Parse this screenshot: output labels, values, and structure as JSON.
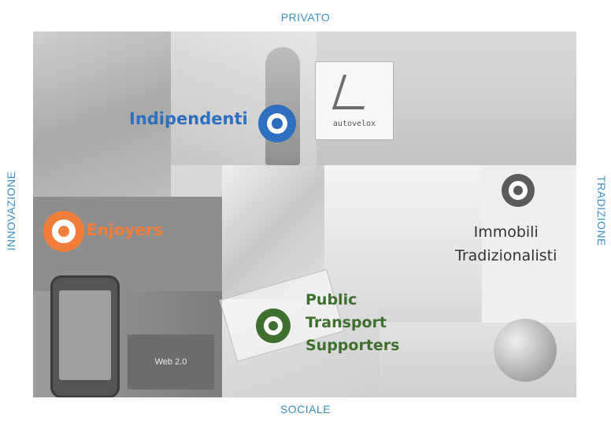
{
  "axes": {
    "top": "PRIVATO",
    "bottom": "SOCIALE",
    "left": "INNOVAZIONE",
    "right": "TRADIZIONE"
  },
  "collage": {
    "sign_text": "autovelox",
    "web_text": "Web 2.0"
  },
  "clusters": [
    {
      "lines": [
        "Indipendenti"
      ],
      "color": "#2f6fbf",
      "icon": "target-icon"
    },
    {
      "lines": [
        "Enjoyers"
      ],
      "color": "#f07e3a",
      "icon": "target-icon"
    },
    {
      "lines": [
        "Immobili",
        "Tradizionalisti"
      ],
      "color": "#5b5b5b",
      "icon": "target-icon"
    },
    {
      "lines": [
        "Public",
        "Transport",
        "Supporters"
      ],
      "color": "#3e6f2e",
      "icon": "target-icon"
    }
  ],
  "colors": {
    "axis_text": "#3d8fc6"
  }
}
